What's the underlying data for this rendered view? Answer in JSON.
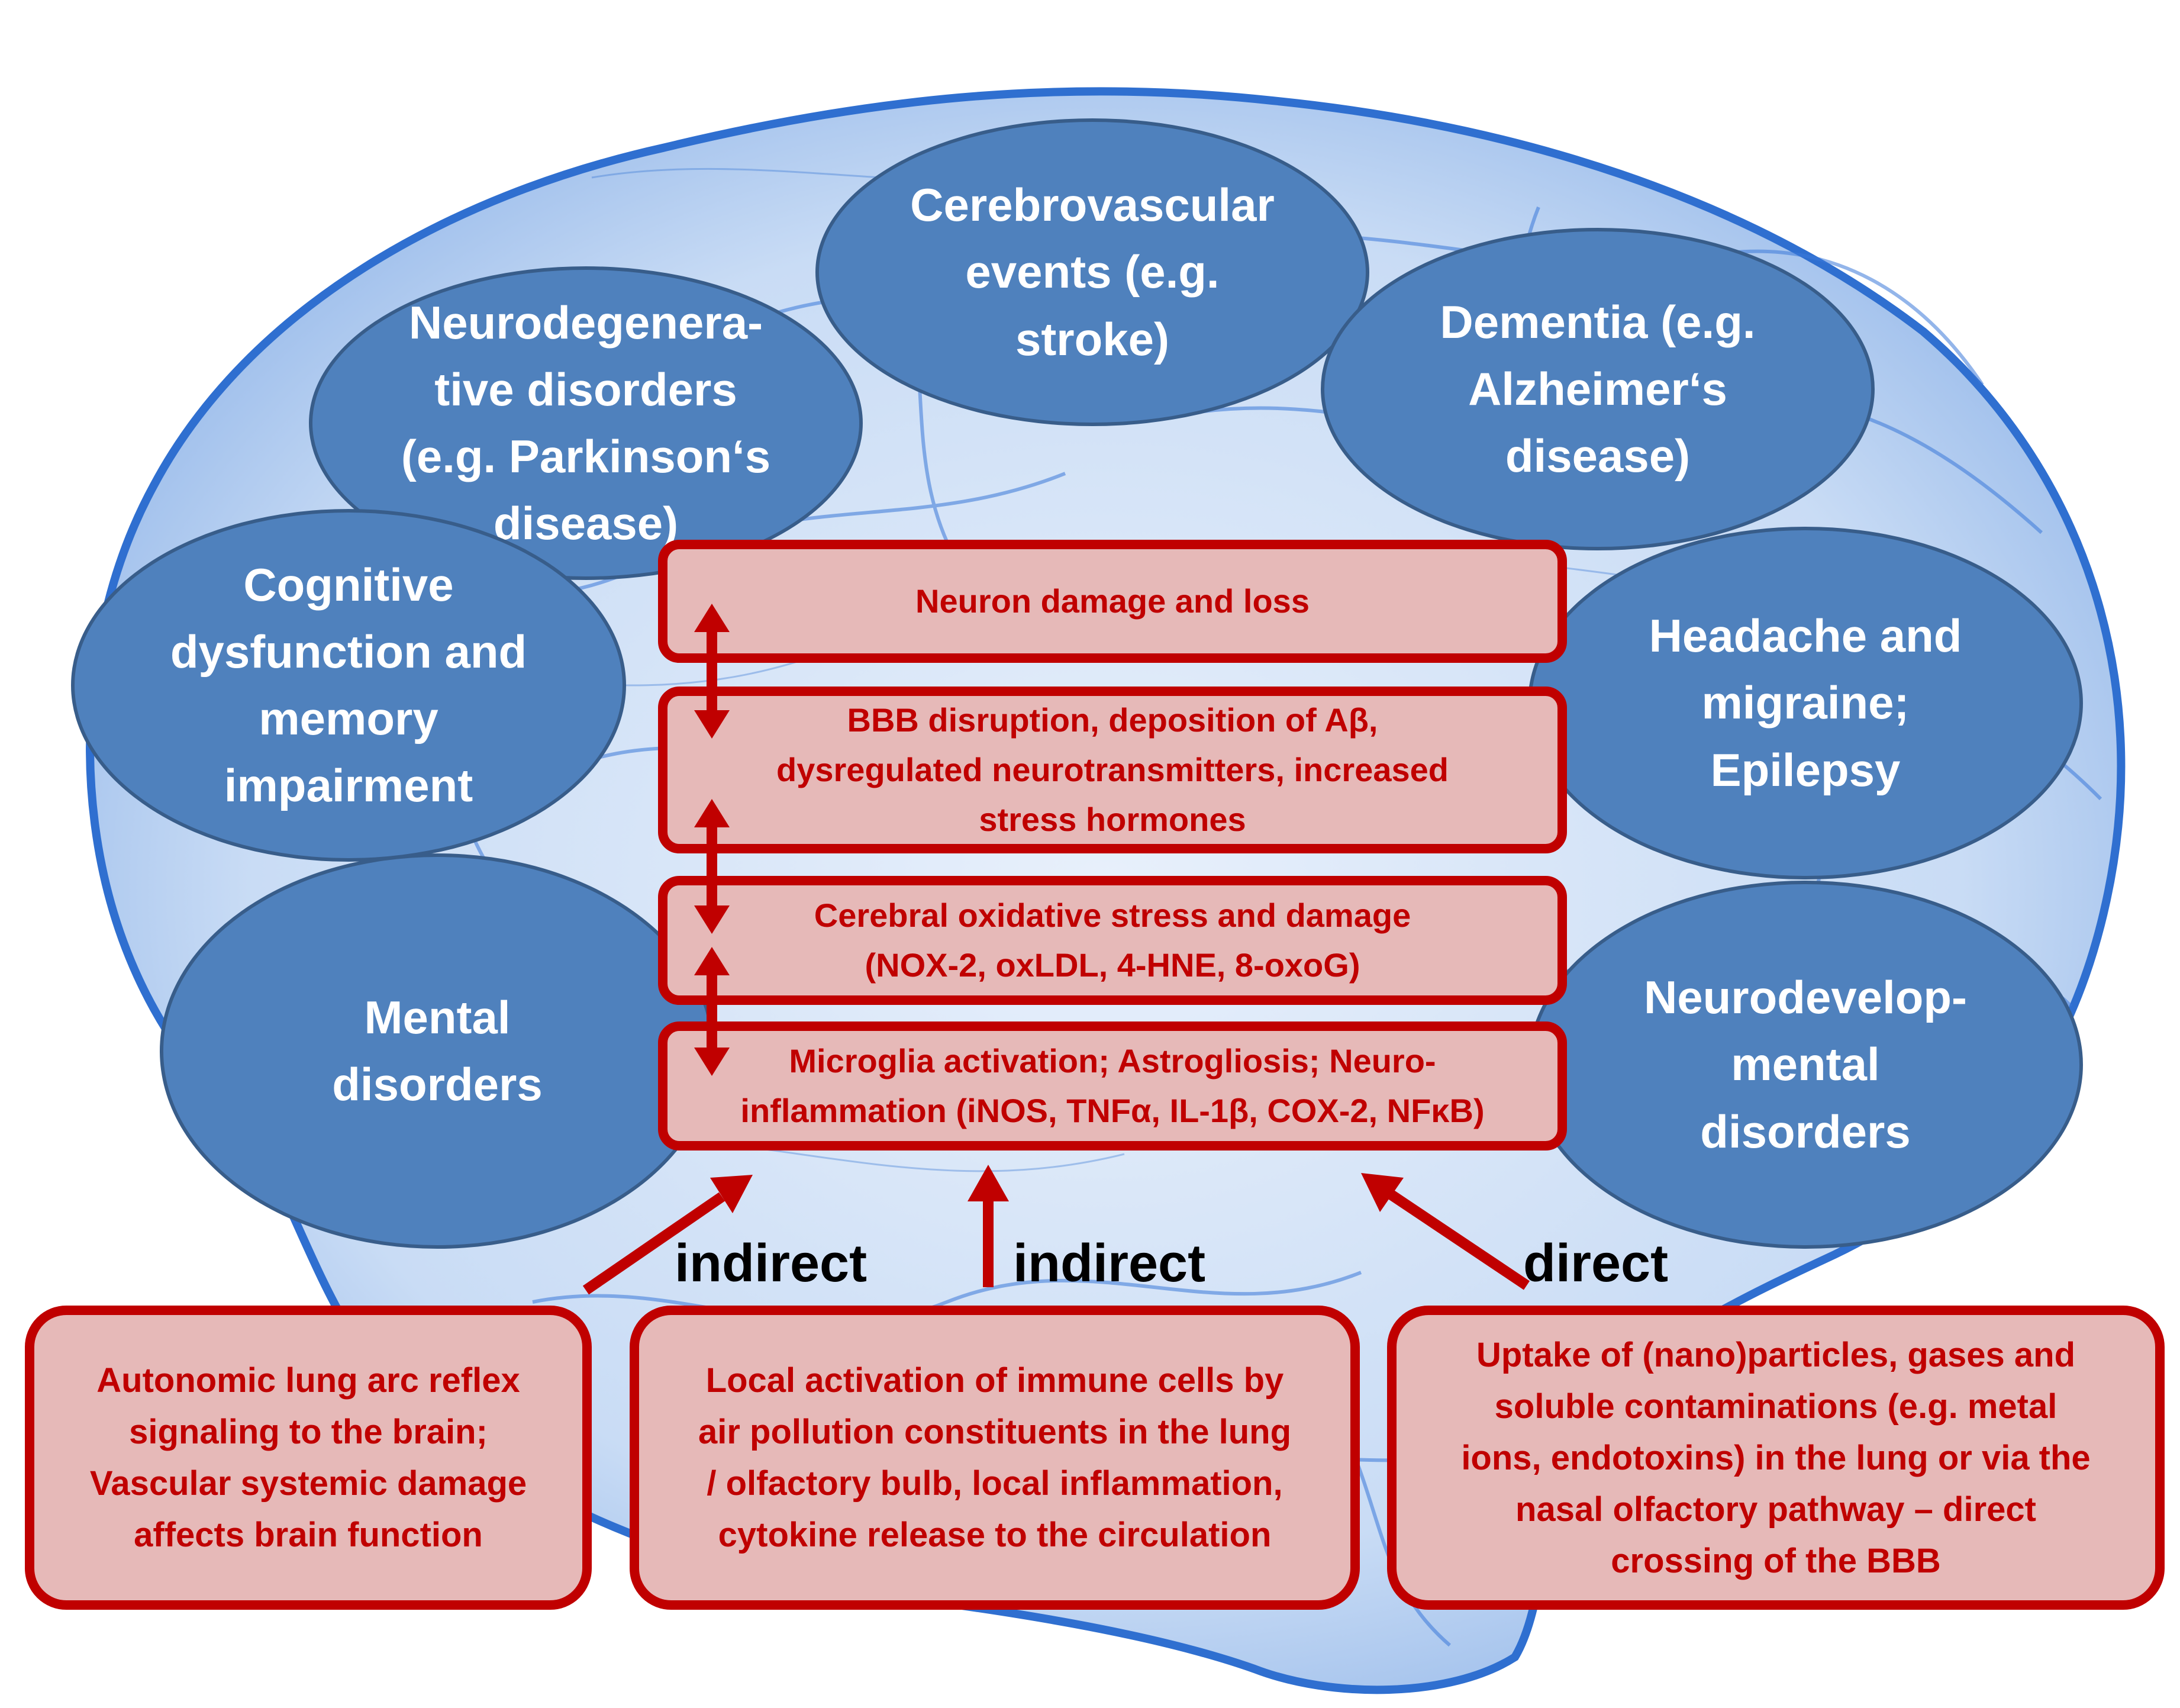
{
  "colors": {
    "ellipse_fill": "#4f81bd",
    "ellipse_stroke": "#385d8a",
    "box_fill": "#e6b9b8",
    "box_stroke": "#c00000",
    "brain_texture": "#3a78d8"
  },
  "background": {
    "image": "brain-illustration"
  },
  "diseases": {
    "neurodegenerative": "Neurodegenera-\ntive disorders\n(e.g. Parkinson‘s\ndisease)",
    "cerebrovascular": "Cerebrovascular\nevents (e.g.\nstroke)",
    "dementia": "Dementia (e.g.\nAlzheimer‘s\ndisease)",
    "cognitive": "Cognitive\ndysfunction and\nmemory\nimpairment",
    "headache": "Headache and\nmigraine;\nEpilepsy",
    "mental": "Mental\ndisorders",
    "neurodevelopmental": "Neurodevelop-\nmental\ndisorders"
  },
  "mechanisms": {
    "neuron_damage": "Neuron damage and loss",
    "bbb_disruption": "BBB disruption, deposition of Aβ,\ndysregulated neurotransmitters, increased\nstress hormones",
    "oxidative_stress": "Cerebral oxidative stress and damage\n(NOX-2, oxLDL, 4-HNE, 8-oxoG)",
    "microglia": "Microglia activation; Astrogliosis; Neuro-\ninflammation (iNOS, TNFα, IL-1β, COX-2, NFκB)"
  },
  "routes": {
    "left": "indirect",
    "middle": "indirect",
    "right": "direct"
  },
  "pathways": {
    "autonomic": "Autonomic lung arc reflex\nsignaling to the brain;\nVascular systemic damage\naffects brain function",
    "immune": "Local activation of immune cells by\nair pollution constituents in the lung\n/ olfactory bulb, local inflammation,\ncytokine release to the circulation",
    "uptake": "Uptake of (nano)particles, gases and\nsoluble contaminations (e.g. metal\nions, endotoxins) in the lung or via the\nnasal olfactory pathway – direct\ncrossing of the BBB"
  }
}
